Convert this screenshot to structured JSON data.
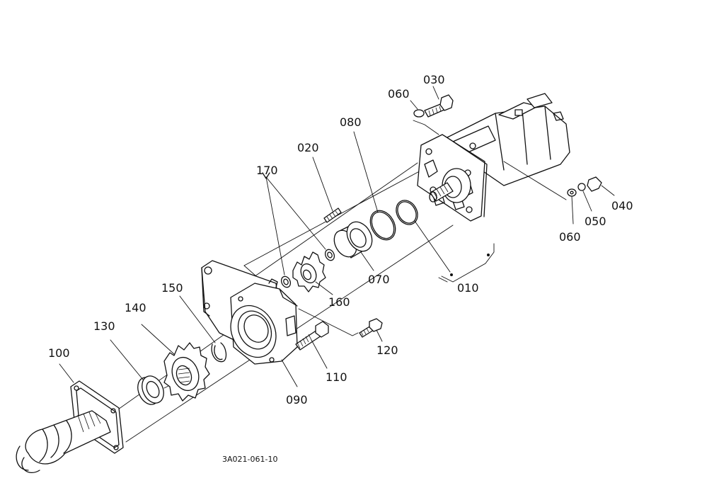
{
  "labels": {
    "p010": "010",
    "p020": "020",
    "p030": "030",
    "p040": "040",
    "p050": "050",
    "p060a": "060",
    "p060b": "060",
    "p070": "070",
    "p080": "080",
    "p090": "090",
    "p100": "100",
    "p110": "110",
    "p120": "120",
    "p130": "130",
    "p140": "140",
    "p150": "150",
    "p160": "160",
    "p170": "170"
  },
  "drawing_code": "3A021-061-10"
}
